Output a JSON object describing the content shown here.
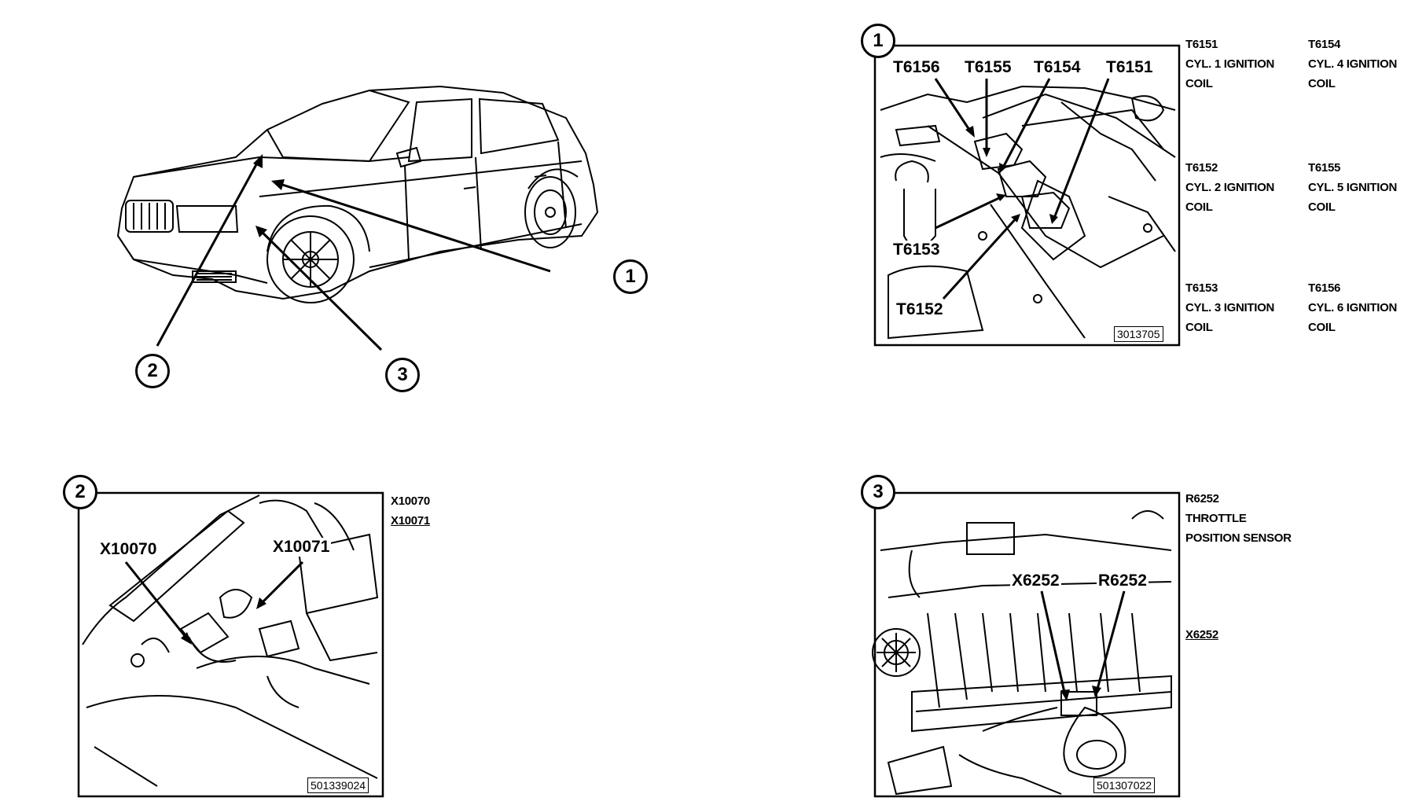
{
  "overview": {
    "callouts": [
      "1",
      "2",
      "3"
    ]
  },
  "panel1": {
    "number": "1",
    "labels": {
      "t6156": "T6156",
      "t6155": "T6155",
      "t6154": "T6154",
      "t6151": "T6151",
      "t6153": "T6153",
      "t6152": "T6152"
    },
    "ref": "3013705",
    "legend": [
      {
        "code": "T6151",
        "line1": "CYL. 1 IGNITION",
        "line2": "COIL"
      },
      {
        "code": "T6154",
        "line1": "CYL. 4 IGNITION",
        "line2": "COIL"
      },
      {
        "code": "T6152",
        "line1": "CYL. 2 IGNITION",
        "line2": "COIL"
      },
      {
        "code": "T6155",
        "line1": "CYL. 5 IGNITION",
        "line2": "COIL"
      },
      {
        "code": "T6153",
        "line1": "CYL. 3 IGNITION",
        "line2": "COIL"
      },
      {
        "code": "T6156",
        "line1": "CYL. 6 IGNITION",
        "line2": "COIL"
      }
    ]
  },
  "panel2": {
    "number": "2",
    "labels": {
      "x10070": "X10070",
      "x10071": "X10071"
    },
    "ref": "501339024",
    "legend": [
      "X10070",
      "X10071"
    ]
  },
  "panel3": {
    "number": "3",
    "labels": {
      "x6252": "X6252",
      "r6252": "R6252"
    },
    "ref": "501307022",
    "legend": {
      "r6252_code": "R6252",
      "r6252_line1": "THROTTLE",
      "r6252_line2": "POSITION SENSOR",
      "x6252": "X6252"
    }
  }
}
